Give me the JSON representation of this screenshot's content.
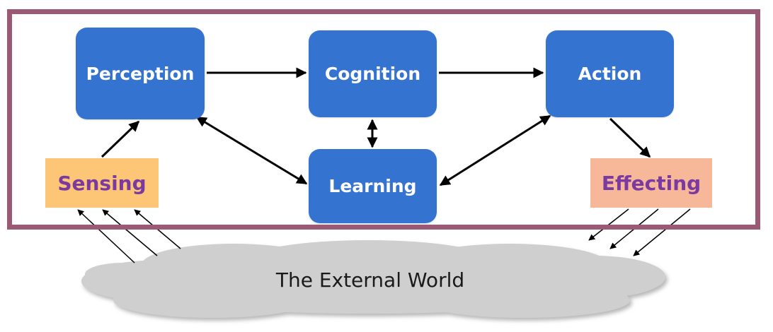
{
  "diagram": {
    "nodes": {
      "perception": "Perception",
      "cognition": "Cognition",
      "action": "Action",
      "learning": "Learning",
      "sensing": "Sensing",
      "effecting": "Effecting",
      "external_world": "The External World"
    },
    "edges": [
      {
        "from": "Perception",
        "to": "Cognition",
        "direction": "forward"
      },
      {
        "from": "Cognition",
        "to": "Action",
        "direction": "forward"
      },
      {
        "from": "Cognition",
        "to": "Learning",
        "direction": "both"
      },
      {
        "from": "Perception",
        "to": "Learning",
        "direction": "both"
      },
      {
        "from": "Action",
        "to": "Learning",
        "direction": "both"
      },
      {
        "from": "Sensing",
        "to": "Perception",
        "direction": "forward"
      },
      {
        "from": "Action",
        "to": "Effecting",
        "direction": "forward"
      },
      {
        "from": "The External World",
        "to": "Sensing",
        "direction": "forward"
      },
      {
        "from": "Effecting",
        "to": "The External World",
        "direction": "forward"
      }
    ],
    "colors": {
      "frame": "#9a5a76",
      "process_box": "#3573d0",
      "sensing_fill": "#fcc676",
      "effecting_fill": "#f7b89a",
      "tag_text": "#7b3aa0",
      "cloud": "#cfcfcf"
    }
  }
}
